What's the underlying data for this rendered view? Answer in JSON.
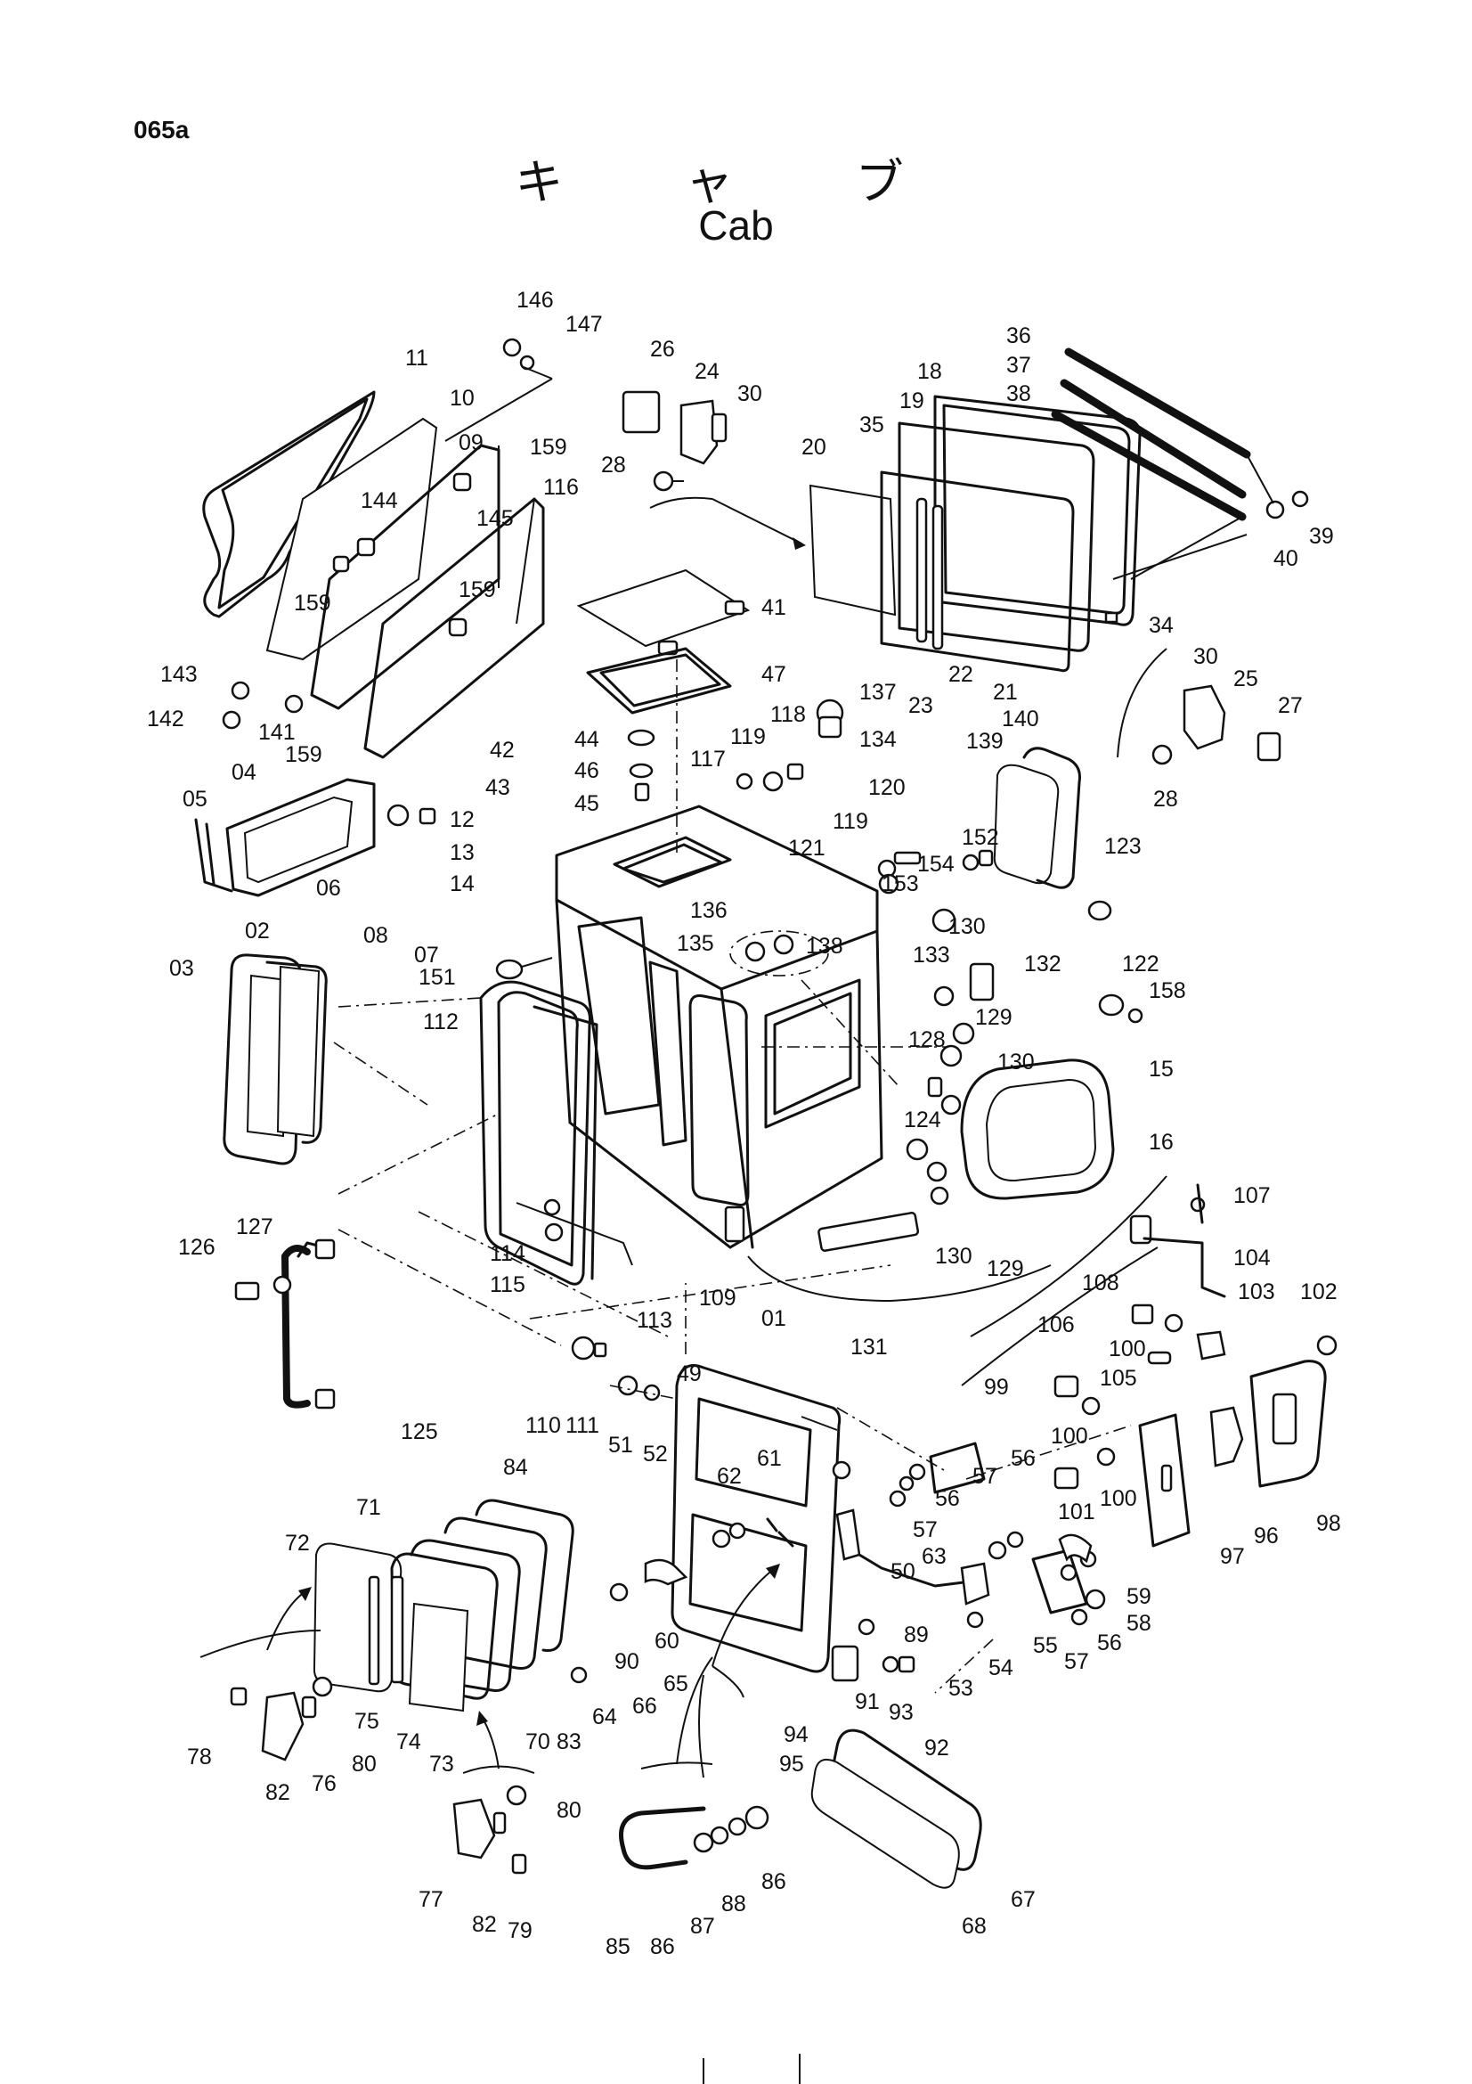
{
  "page_code": "065a",
  "title_jp": "キ ャ ブ",
  "title_en": "Cab",
  "labels": [
    "146",
    "147",
    "11",
    "10",
    "09",
    "159",
    "26",
    "24",
    "30",
    "28",
    "36",
    "37",
    "38",
    "39",
    "40",
    "35",
    "18",
    "19",
    "20",
    "144",
    "145",
    "116",
    "159",
    "159",
    "143",
    "142",
    "141",
    "159",
    "41",
    "47",
    "23",
    "22",
    "21",
    "34",
    "30",
    "25",
    "27",
    "28",
    "04",
    "05",
    "06",
    "08",
    "07",
    "44",
    "46",
    "45",
    "42",
    "43",
    "12",
    "13",
    "14",
    "117",
    "119",
    "118",
    "137",
    "134",
    "119",
    "121",
    "120",
    "152",
    "153",
    "154",
    "140",
    "139",
    "123",
    "136",
    "135",
    "138",
    "130",
    "133",
    "132",
    "151",
    "02",
    "03",
    "112",
    "122",
    "158",
    "129",
    "128",
    "130",
    "15",
    "124",
    "16",
    "114",
    "115",
    "113",
    "109",
    "01",
    "130",
    "129",
    "131",
    "127",
    "126",
    "125",
    "107",
    "104",
    "108",
    "103",
    "102",
    "106",
    "100",
    "105",
    "99",
    "100",
    "49",
    "110",
    "111",
    "51",
    "52",
    "62",
    "61",
    "56",
    "57",
    "56",
    "57",
    "63",
    "84",
    "71",
    "72",
    "50",
    "101",
    "100",
    "96",
    "97",
    "98",
    "60",
    "90",
    "89",
    "59",
    "58",
    "56",
    "57",
    "55",
    "54",
    "53",
    "91",
    "93",
    "92",
    "75",
    "74",
    "70",
    "73",
    "83",
    "65",
    "66",
    "64",
    "94",
    "95",
    "78",
    "76",
    "80",
    "82",
    "80",
    "77",
    "82",
    "79",
    "85",
    "86",
    "87",
    "88",
    "86",
    "67",
    "68"
  ]
}
